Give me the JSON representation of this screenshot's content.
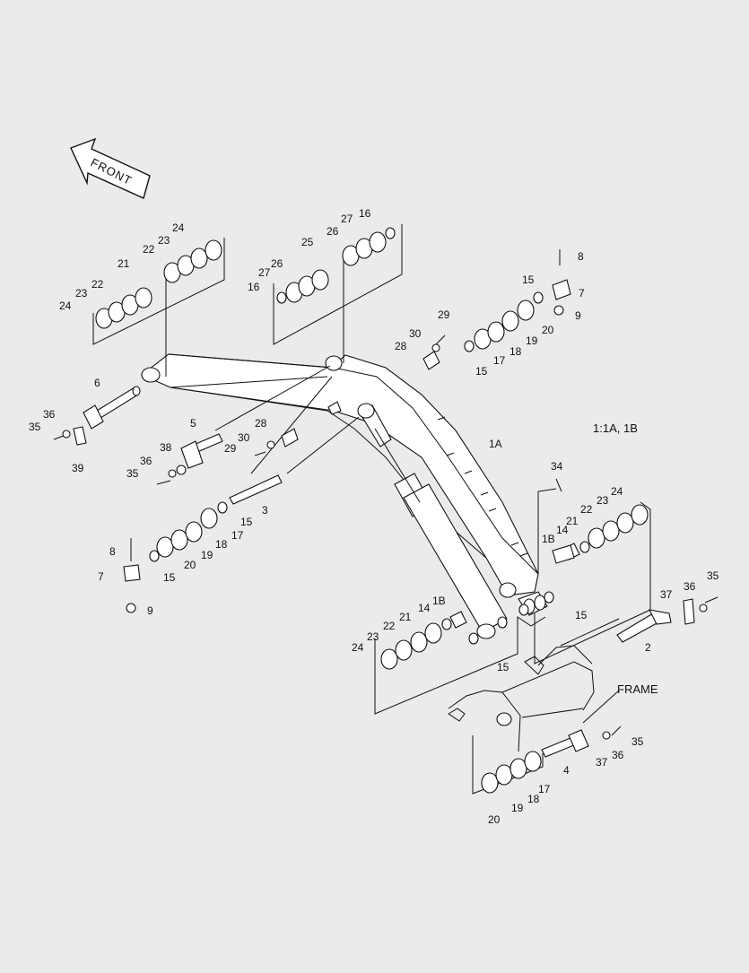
{
  "diagram": {
    "front_label": "FRONT",
    "scale_label": "1:1A, 1B",
    "frame_label": "FRAME",
    "callouts": [
      {
        "id": "c1",
        "text": "24"
      },
      {
        "id": "c2",
        "text": "23"
      },
      {
        "id": "c3",
        "text": "22"
      },
      {
        "id": "c4",
        "text": "21"
      },
      {
        "id": "c5",
        "text": "22"
      },
      {
        "id": "c6",
        "text": "23"
      },
      {
        "id": "c7",
        "text": "24"
      },
      {
        "id": "c8",
        "text": "16"
      },
      {
        "id": "c9",
        "text": "27"
      },
      {
        "id": "c10",
        "text": "26"
      },
      {
        "id": "c11",
        "text": "25"
      },
      {
        "id": "c12",
        "text": "26"
      },
      {
        "id": "c13",
        "text": "27"
      },
      {
        "id": "c14",
        "text": "16"
      },
      {
        "id": "c15",
        "text": "8"
      },
      {
        "id": "c16",
        "text": "15"
      },
      {
        "id": "c17",
        "text": "7"
      },
      {
        "id": "c18",
        "text": "9"
      },
      {
        "id": "c19",
        "text": "29"
      },
      {
        "id": "c20",
        "text": "30"
      },
      {
        "id": "c21",
        "text": "28"
      },
      {
        "id": "c22",
        "text": "15"
      },
      {
        "id": "c23",
        "text": "17"
      },
      {
        "id": "c24",
        "text": "18"
      },
      {
        "id": "c25",
        "text": "19"
      },
      {
        "id": "c26",
        "text": "20"
      },
      {
        "id": "c27",
        "text": "6"
      },
      {
        "id": "c28",
        "text": "36"
      },
      {
        "id": "c29",
        "text": "35"
      },
      {
        "id": "c30",
        "text": "39"
      },
      {
        "id": "c31",
        "text": "5"
      },
      {
        "id": "c32",
        "text": "28"
      },
      {
        "id": "c33",
        "text": "38"
      },
      {
        "id": "c34",
        "text": "30"
      },
      {
        "id": "c35",
        "text": "29"
      },
      {
        "id": "c36",
        "text": "36"
      },
      {
        "id": "c37",
        "text": "35"
      },
      {
        "id": "c38",
        "text": "1A"
      },
      {
        "id": "c39",
        "text": "3"
      },
      {
        "id": "c40",
        "text": "15"
      },
      {
        "id": "c41",
        "text": "17"
      },
      {
        "id": "c42",
        "text": "18"
      },
      {
        "id": "c43",
        "text": "19"
      },
      {
        "id": "c44",
        "text": "20"
      },
      {
        "id": "c45",
        "text": "15"
      },
      {
        "id": "c46",
        "text": "8"
      },
      {
        "id": "c47",
        "text": "7"
      },
      {
        "id": "c48",
        "text": "9"
      },
      {
        "id": "c49",
        "text": "34"
      },
      {
        "id": "c50",
        "text": "24"
      },
      {
        "id": "c51",
        "text": "23"
      },
      {
        "id": "c52",
        "text": "22"
      },
      {
        "id": "c53",
        "text": "21"
      },
      {
        "id": "c54",
        "text": "14"
      },
      {
        "id": "c55",
        "text": "1B"
      },
      {
        "id": "c56",
        "text": "15"
      },
      {
        "id": "c57",
        "text": "37"
      },
      {
        "id": "c58",
        "text": "36"
      },
      {
        "id": "c59",
        "text": "35"
      },
      {
        "id": "c60",
        "text": "2"
      },
      {
        "id": "c61",
        "text": "1B"
      },
      {
        "id": "c62",
        "text": "14"
      },
      {
        "id": "c63",
        "text": "21"
      },
      {
        "id": "c64",
        "text": "22"
      },
      {
        "id": "c65",
        "text": "23"
      },
      {
        "id": "c66",
        "text": "24"
      },
      {
        "id": "c67",
        "text": "15"
      },
      {
        "id": "c68",
        "text": "35"
      },
      {
        "id": "c69",
        "text": "36"
      },
      {
        "id": "c70",
        "text": "37"
      },
      {
        "id": "c71",
        "text": "4"
      },
      {
        "id": "c72",
        "text": "17"
      },
      {
        "id": "c73",
        "text": "18"
      },
      {
        "id": "c74",
        "text": "19"
      },
      {
        "id": "c75",
        "text": "20"
      }
    ]
  }
}
